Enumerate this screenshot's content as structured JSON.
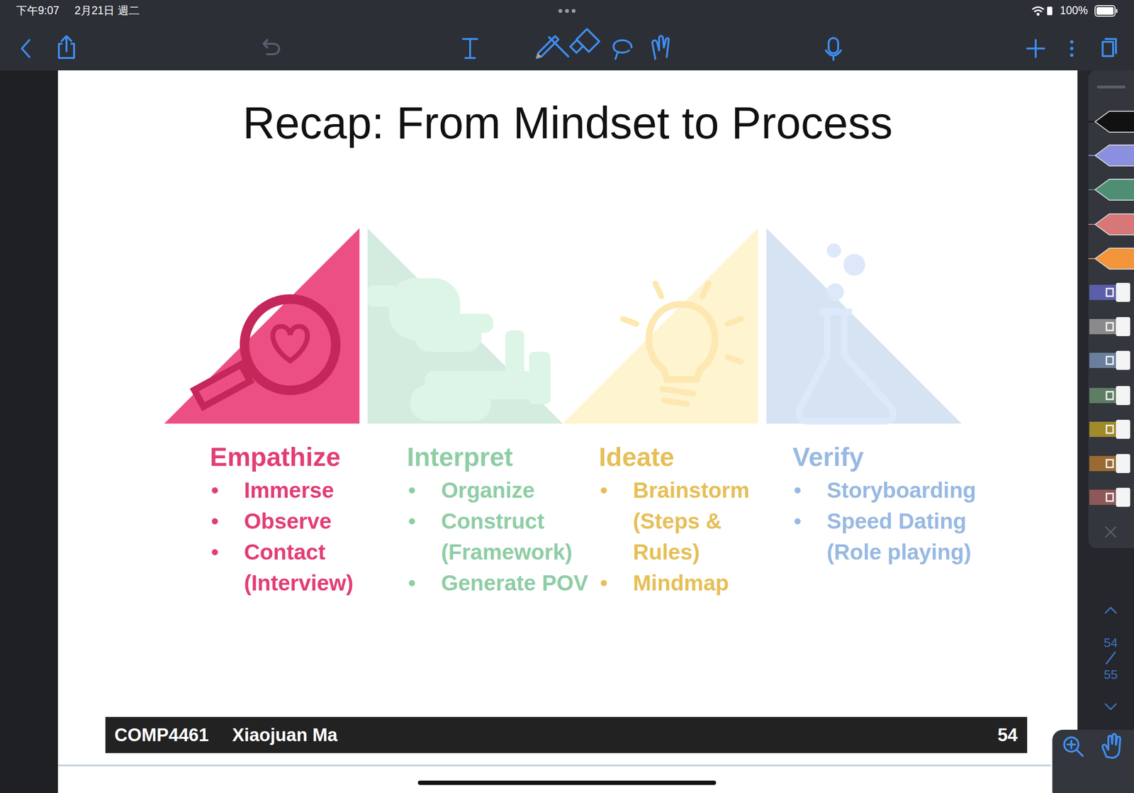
{
  "diagram": {
    "title": "Recap: From Mindset to Process",
    "nodes": [
      {
        "text": [
          "Empathize",
          "Immerse",
          "Observe",
          "Contact (Interview)"
        ]
      },
      {
        "text": [
          "Interpret",
          "Organize",
          "Construct (Framework)",
          "Generate POV"
        ]
      },
      {
        "text": [
          "Ideate",
          "Brainstorm (Steps & Rules)",
          "Mindmap"
        ]
      },
      {
        "text": [
          "Verify",
          "Storyboarding",
          "Speed Dating (Role playing)"
        ]
      }
    ],
    "labels": [
      "下午9:07",
      "2月21日 週二",
      "100%",
      "COMP4461",
      "Xiaojuan Ma",
      "54",
      "54",
      "55"
    ]
  }
}
